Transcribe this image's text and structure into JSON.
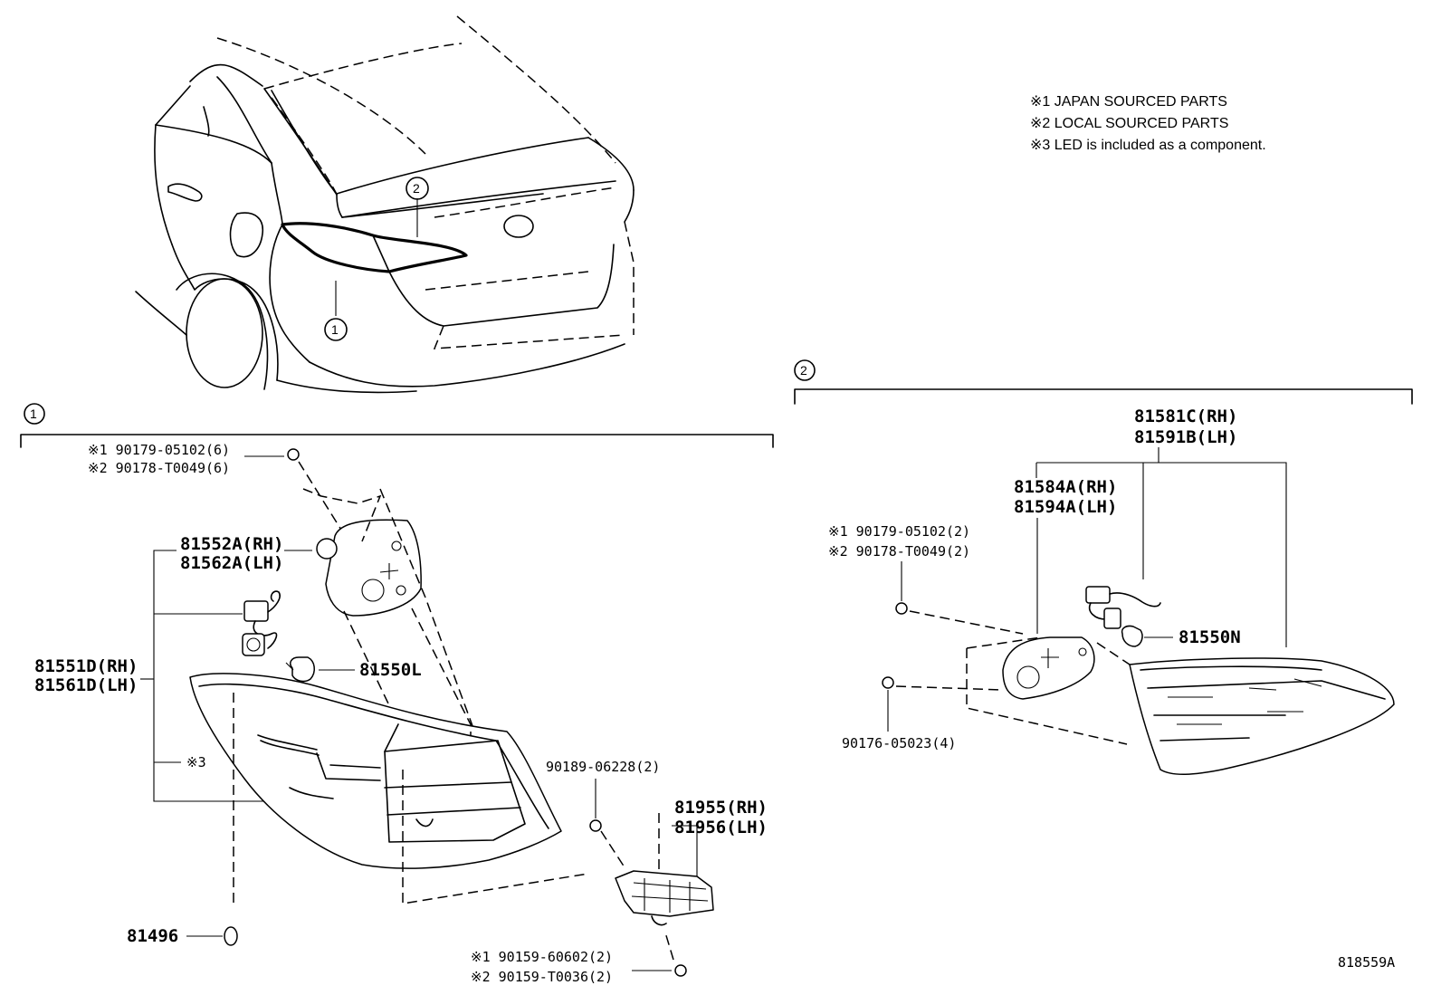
{
  "notes": [
    "※1 JAPAN SOURCED PARTS",
    "※2 LOCAL SOURCED PARTS",
    "※3 LED is included as a component."
  ],
  "callouts": {
    "one": "1",
    "two": "2"
  },
  "section1": {
    "screw_top_1": "※1 90179-05102(6)",
    "screw_top_2": "※2 90178-T0049(6)",
    "socket_rh": "81552A(RH)",
    "socket_lh": "81562A(LH)",
    "lamp_rh": "81551D(RH)",
    "lamp_lh": "81561D(LH)",
    "led_note": "※3",
    "bulb": "81550L",
    "clip_bolt": "90189-06228(2)",
    "bracket_rh": "81955(RH)",
    "bracket_lh": "81956(LH)",
    "grommet": "81496",
    "screw_bottom_1": "※1 90159-60602(2)",
    "screw_bottom_2": "※2 90159-T0036(2)"
  },
  "section2": {
    "lamp_rh": "81581C(RH)",
    "lamp_lh": "81591B(LH)",
    "socket_rh": "81584A(RH)",
    "socket_lh": "81594A(LH)",
    "screw_1": "※1 90179-05102(2)",
    "screw_2": "※2 90178-T0049(2)",
    "bulb": "81550N",
    "nut": "90176-05023(4)"
  },
  "diagram_id": "818559A"
}
